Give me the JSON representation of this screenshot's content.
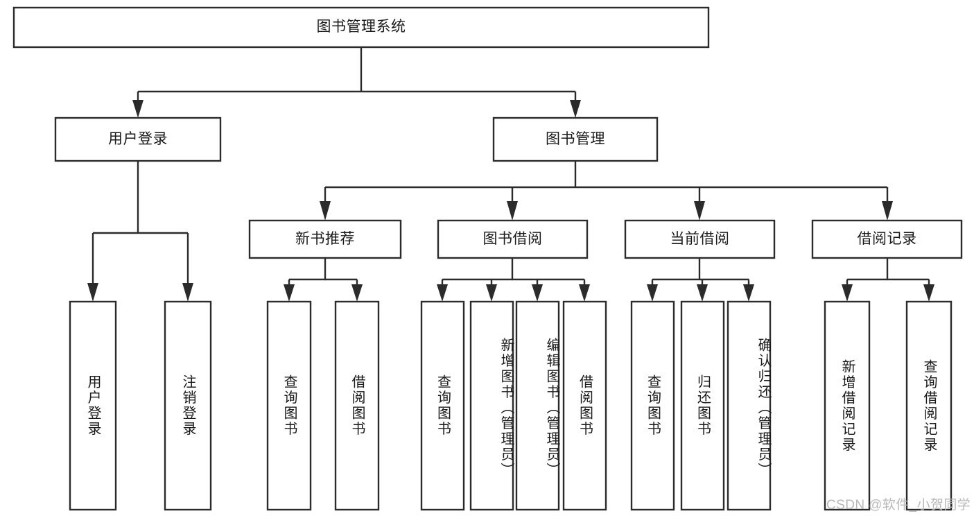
{
  "diagram": {
    "type": "tree-hierarchy",
    "title": "图书管理系统",
    "watermark": "CSDN @软件_小贺同学",
    "colors": {
      "stroke": "#2b2b2b",
      "fill": "#ffffff",
      "text": "#1a1a1a",
      "watermark": "#b9b9b9"
    },
    "nodes": {
      "root": {
        "label": "图书管理系统"
      },
      "level2": [
        {
          "id": "user-login",
          "label": "用户登录"
        },
        {
          "id": "book-manage",
          "label": "图书管理"
        }
      ],
      "level3": [
        {
          "id": "new-book-rec",
          "label": "新书推荐"
        },
        {
          "id": "book-borrow",
          "label": "图书借阅"
        },
        {
          "id": "current-borrow",
          "label": "当前借阅"
        },
        {
          "id": "borrow-record",
          "label": "借阅记录"
        }
      ],
      "leaves": {
        "user_login": [
          {
            "id": "leaf-user-login",
            "label": "用户登录"
          },
          {
            "id": "leaf-logout",
            "label": "注销登录"
          }
        ],
        "new_book_rec": [
          {
            "id": "leaf-query-book-1",
            "label": "查询图书"
          },
          {
            "id": "leaf-borrow-book-1",
            "label": "借阅图书"
          }
        ],
        "book_borrow": [
          {
            "id": "leaf-query-book-2",
            "label": "查询图书"
          },
          {
            "id": "leaf-add-book",
            "label": "新增图书（管理员）"
          },
          {
            "id": "leaf-edit-book",
            "label": "编辑图书（管理员）"
          },
          {
            "id": "leaf-borrow-book-2",
            "label": "借阅图书"
          }
        ],
        "current_borrow": [
          {
            "id": "leaf-query-book-3",
            "label": "查询图书"
          },
          {
            "id": "leaf-return-book",
            "label": "归还图书"
          },
          {
            "id": "leaf-confirm-return",
            "label": "确认归还（管理员）"
          }
        ],
        "borrow_record": [
          {
            "id": "leaf-add-record",
            "label": "新增借阅记录"
          },
          {
            "id": "leaf-query-record",
            "label": "查询借阅记录"
          }
        ]
      }
    }
  }
}
